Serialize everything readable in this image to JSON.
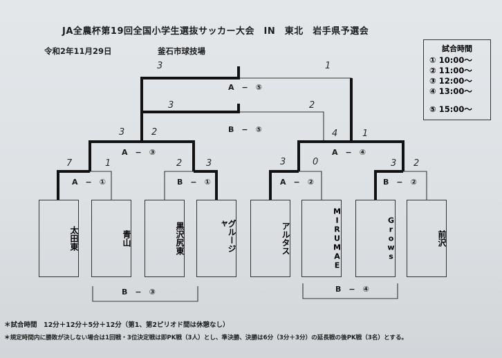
{
  "header": {
    "title": "JA全農杯第19回全国小学生選抜サッカー大会　IN　東北　岩手県予選会",
    "date": "令和2年11月29日",
    "venue": "釜石市球技場"
  },
  "schedule": {
    "heading": "試合時間",
    "slots": [
      {
        "mark": "①",
        "time": "10:00〜"
      },
      {
        "mark": "②",
        "time": "11:00〜"
      },
      {
        "mark": "③",
        "time": "12:00〜"
      },
      {
        "mark": "④",
        "time": "13:00〜"
      },
      {
        "mark": "⑤",
        "time": "15:00〜"
      }
    ]
  },
  "teams": [
    "太田東",
    "青山",
    "黒沢尻東",
    "グルージャ",
    "アルタス",
    "MIRUMAE",
    "Grows",
    "前沢"
  ],
  "matches": {
    "a1": "A　−　①",
    "b1": "B　−　①",
    "a2": "A　−　②",
    "b2": "B　−　②",
    "a3": "A　−　③",
    "a4": "A　−　④",
    "b5": "B　−　⑤",
    "a5": "A　−　⑤",
    "b3": "B　−　③",
    "b4": "B　−　④"
  },
  "scores": {
    "a1_left": "7",
    "a1_right": "1",
    "b1_left": "2",
    "b1_right": "3",
    "a2_left": "3",
    "a2_right": "0",
    "b2_left": "3",
    "b2_right": "2",
    "a3_left": "3",
    "a3_right": "2",
    "a4_left": "4",
    "a4_right": "1",
    "b5_left": "3",
    "b5_right": "2",
    "a5_left": "3",
    "a5_right": "1"
  },
  "notes": {
    "match_time": "＊試合時間　12分＋12分＋5分＋12分（第1、第2ピリオド間は休憩なし）",
    "tiebreak": "＊規定時間内に勝敗が決しない場合は1回戦・3位決定戦は即PK戦（3人）とし、準決勝、決勝は6分（3分＋3分）の延長戦の後PK戦（3名）とする。"
  }
}
